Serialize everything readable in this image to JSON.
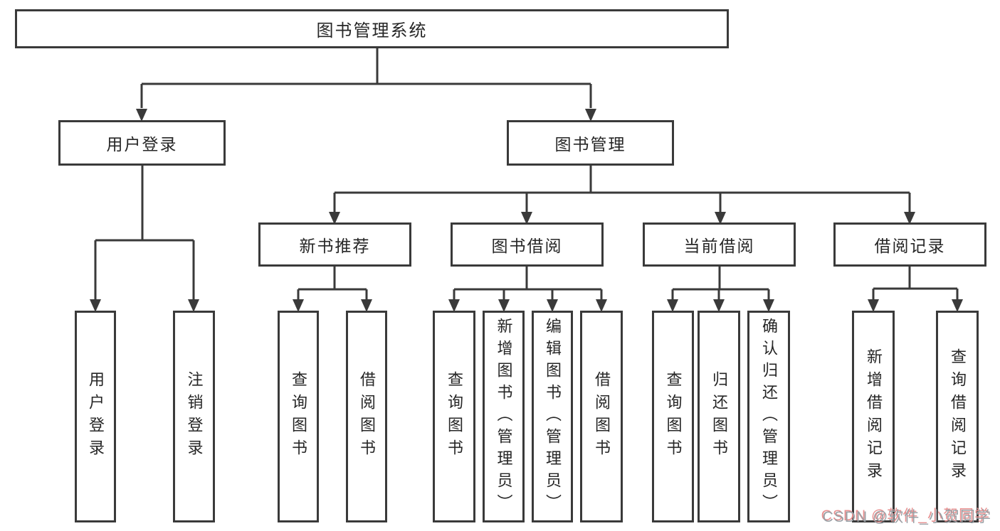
{
  "colors": {
    "line": "#3a3a3a",
    "text": "#262626",
    "watermark_color": "#9aa0a5",
    "watermark_shadow": "#e89090"
  },
  "diagram": {
    "root_label": "图书管理系统",
    "level2": [
      "用户登录",
      "图书管理"
    ],
    "level3": [
      "新书推荐",
      "图书借阅",
      "当前借阅",
      "借阅记录"
    ],
    "leaves": {
      "user_login": [
        "用户登录",
        "注销登录"
      ],
      "new_book": [
        "查询图书",
        "借阅图书"
      ],
      "book_borrow": [
        "查询图书",
        "新增图书（管理员）",
        "编辑图书（管理员）",
        "借阅图书"
      ],
      "current_borrow": [
        "查询图书",
        "归还图书",
        "确认归还（管理员）"
      ],
      "borrow_records": [
        "新增借阅记录",
        "查询借阅记录"
      ]
    }
  },
  "watermark": {
    "text": "CSDN @软件_小贺同学"
  }
}
